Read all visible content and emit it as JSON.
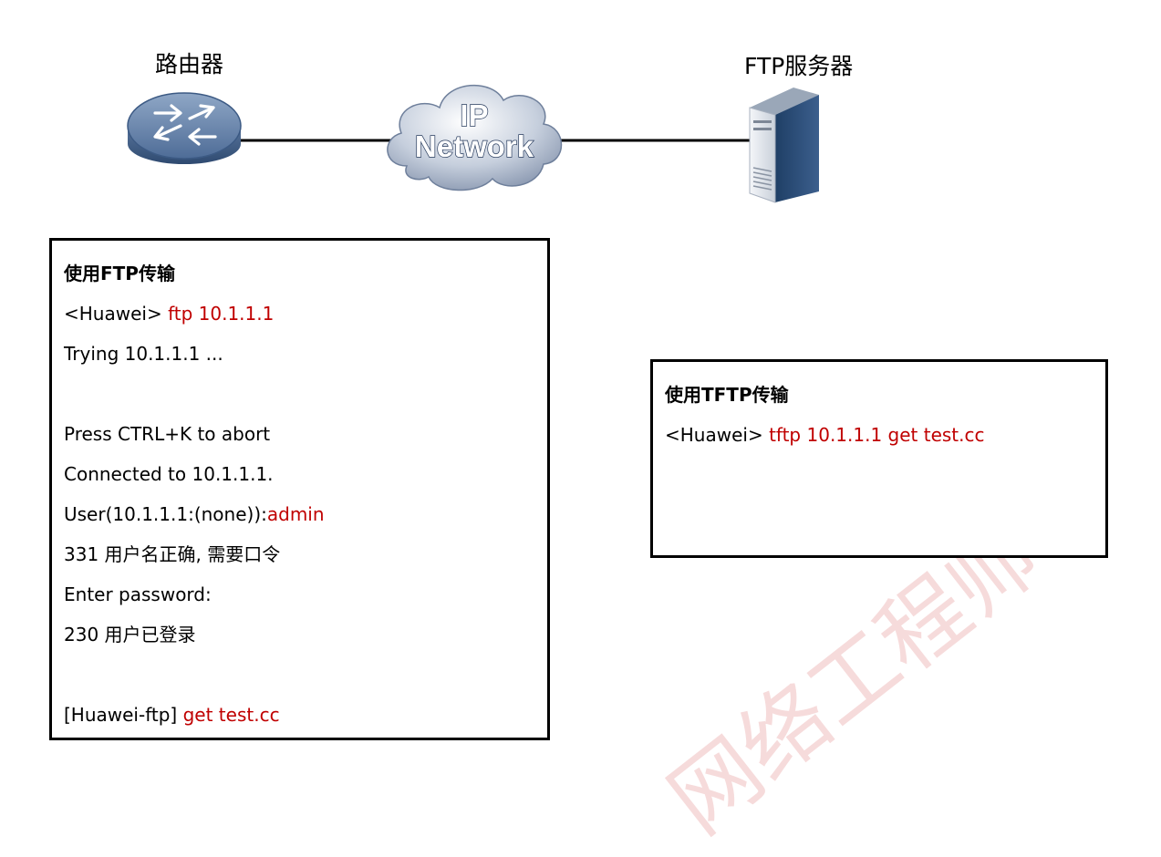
{
  "nodes": {
    "router_label": "路由器",
    "network_line1": "IP",
    "network_line2": "Network",
    "server_label": "FTP服务器"
  },
  "ftp_box": {
    "title": "使用FTP传输",
    "l1_prompt": "<Huawei> ",
    "l1_cmd": "ftp 10.1.1.1",
    "l2": "Trying 10.1.1.1 ...",
    "l3": "Press CTRL+K to abort",
    "l4": "Connected to 10.1.1.1.",
    "l5_prompt": "User(10.1.1.1:(none)):",
    "l5_input": "admin",
    "l6": "331 用户名正确, 需要口令",
    "l7": "Enter password:",
    "l8": "230 用户已登录",
    "l9_prompt": "[Huawei-ftp] ",
    "l9_cmd": "get test.cc"
  },
  "tftp_box": {
    "title": "使用TFTP传输",
    "l1_prompt": "<Huawei> ",
    "l1_cmd": "tftp 10.1.1.1 get test.cc"
  },
  "watermark": "网络工程师",
  "colors": {
    "command": "#c00000",
    "watermark": "#f2c8c8"
  }
}
